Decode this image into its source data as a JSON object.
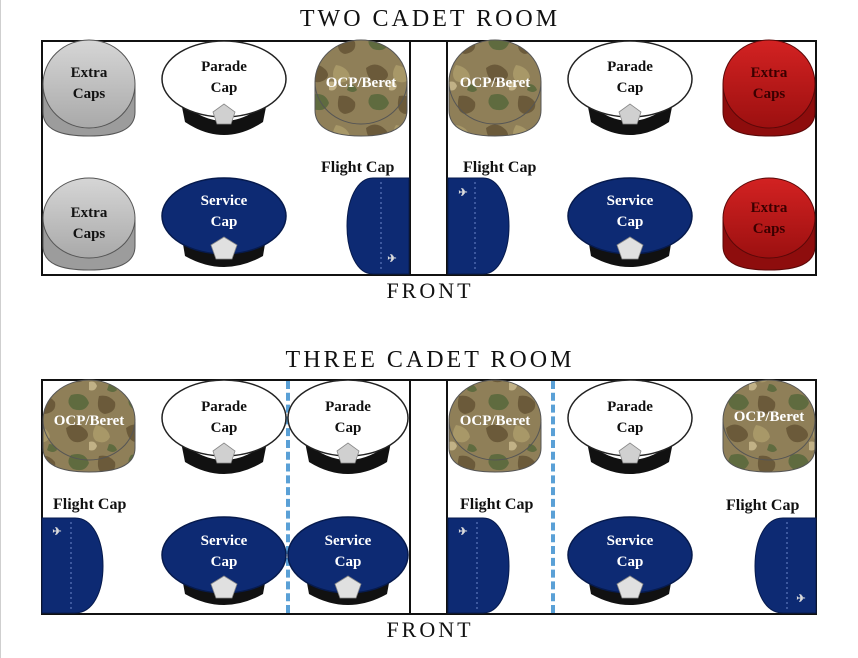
{
  "two_room": {
    "title": "TWO CADET ROOM",
    "front": "FRONT",
    "left": {
      "extra_caps_1": [
        "Extra",
        "Caps"
      ],
      "parade_cap": [
        "Parade",
        "Cap"
      ],
      "ocp_beret": "OCP/Beret",
      "flight_cap_label": "Flight Cap",
      "extra_caps_2": [
        "Extra",
        "Caps"
      ],
      "service_cap": [
        "Service",
        "Cap"
      ]
    },
    "right": {
      "ocp_beret": "OCP/Beret",
      "parade_cap": [
        "Parade",
        "Cap"
      ],
      "extra_caps_1": [
        "Extra",
        "Caps"
      ],
      "flight_cap_label": "Flight Cap",
      "service_cap": [
        "Service",
        "Cap"
      ],
      "extra_caps_2": [
        "Extra",
        "Caps"
      ]
    }
  },
  "three_room": {
    "title": "THREE CADET ROOM",
    "front": "FRONT",
    "left": {
      "ocp_beret": "OCP/Beret",
      "parade_cap_1": [
        "Parade",
        "Cap"
      ],
      "parade_cap_2": [
        "Parade",
        "Cap"
      ],
      "flight_cap_label": "Flight Cap",
      "service_cap_1": [
        "Service",
        "Cap"
      ],
      "service_cap_2": [
        "Service",
        "Cap"
      ]
    },
    "right": {
      "ocp_beret_1": "OCP/Beret",
      "parade_cap": [
        "Parade",
        "Cap"
      ],
      "ocp_beret_2": "OCP/Beret",
      "flight_cap_label_1": "Flight Cap",
      "service_cap": [
        "Service",
        "Cap"
      ],
      "flight_cap_label_2": "Flight Cap"
    }
  },
  "colors": {
    "navy": "#0d2a73",
    "grey_cap": "#c8c8c8",
    "red_cap": "#c21a1a",
    "camo_base": "#8a7a52",
    "dash_blue": "#5aa0d6"
  }
}
